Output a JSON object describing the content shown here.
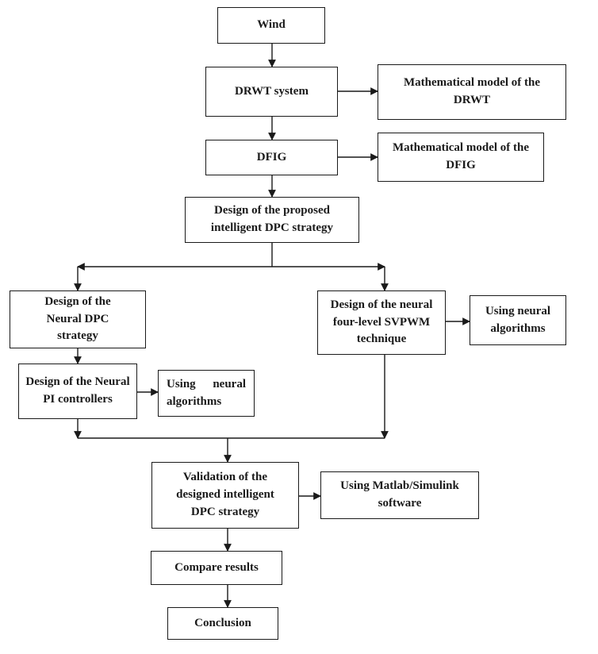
{
  "nodes": {
    "wind": "Wind",
    "drwt": "DRWT system",
    "model_drwt": "Mathematical model of the DRWT",
    "dfig": "DFIG",
    "model_dfig": "Mathematical model of the DFIG",
    "design_dpc": "Design of the proposed intelligent DPC strategy",
    "neural_dpc": "Design of the Neural DPC strategy",
    "svpwm": "Design of the neural four-level SVPWM technique",
    "using_neural_right": "Using neural algorithms",
    "neural_pi": "Design of the Neural PI controllers",
    "using_neural_left": "Using neural algorithms",
    "validation": "Validation of the designed intelligent DPC strategy",
    "matlab": "Using Matlab/Simulink software",
    "compare": "Compare results",
    "conclusion": "Conclusion"
  },
  "colors": {
    "line": "#1a1a1a",
    "box_border": "#1a1a1a",
    "background": "#ffffff"
  }
}
